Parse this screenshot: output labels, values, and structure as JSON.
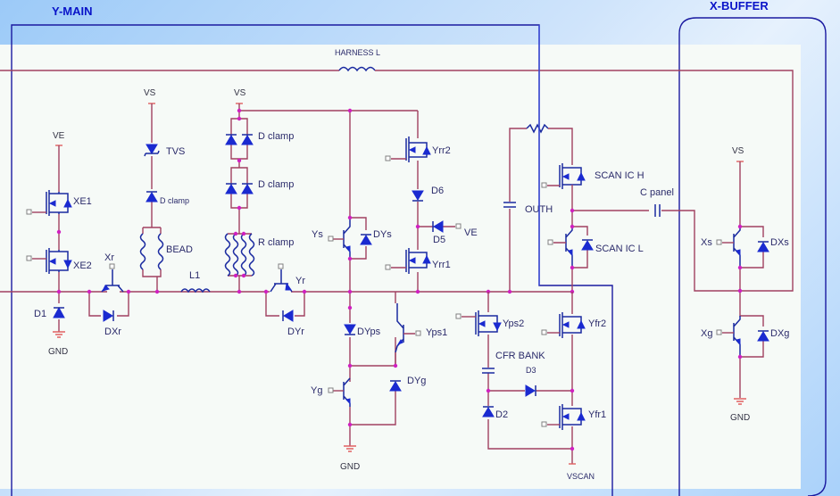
{
  "sections": {
    "y_main": "Y-MAIN",
    "x_buffer": "X-BUFFER"
  },
  "colors": {
    "wire": "#a04060",
    "component": "#1a2ad0",
    "node": "#d020c0",
    "frame": "#1a1aa0",
    "title": "#0a14c8"
  },
  "labels": {
    "harness_l": "HARNESS L",
    "ve_top": "VE",
    "vs_1": "VS",
    "vs_2": "VS",
    "vs_x": "VS",
    "xe1": "XE1",
    "xe2": "XE2",
    "d1": "D1",
    "gnd_1": "GND",
    "xr": "Xr",
    "dxr": "DXr",
    "tvs": "TVS",
    "d_clamp_1": "D clamp",
    "bead": "BEAD",
    "l1": "L1",
    "d_clamp_2": "D clamp",
    "d_clamp_3": "D clamp",
    "r_clamp": "R clamp",
    "yr": "Yr",
    "dyr": "DYr",
    "ys": "Ys",
    "dys": "DYs",
    "dyps": "DYps",
    "yps1": "Yps1",
    "yg": "Yg",
    "dyg": "DYg",
    "gnd_2": "GND",
    "yrr2": "Yrr2",
    "d6": "D6",
    "d5": "D5",
    "ve_d5": "VE",
    "yrr1": "Yrr1",
    "outh": "OUTH",
    "scan_ic_h": "SCAN IC H",
    "scan_ic_l": "SCAN IC L",
    "c_panel": "C panel",
    "yps2": "Yps2",
    "cfr_bank": "CFR BANK",
    "d3": "D3",
    "d2": "D2",
    "yfr2": "Yfr2",
    "yfr1": "Yfr1",
    "vscan": "VSCAN",
    "xs": "Xs",
    "dxs": "DXs",
    "xg": "Xg",
    "dxg": "DXg",
    "gnd_3": "GND"
  }
}
